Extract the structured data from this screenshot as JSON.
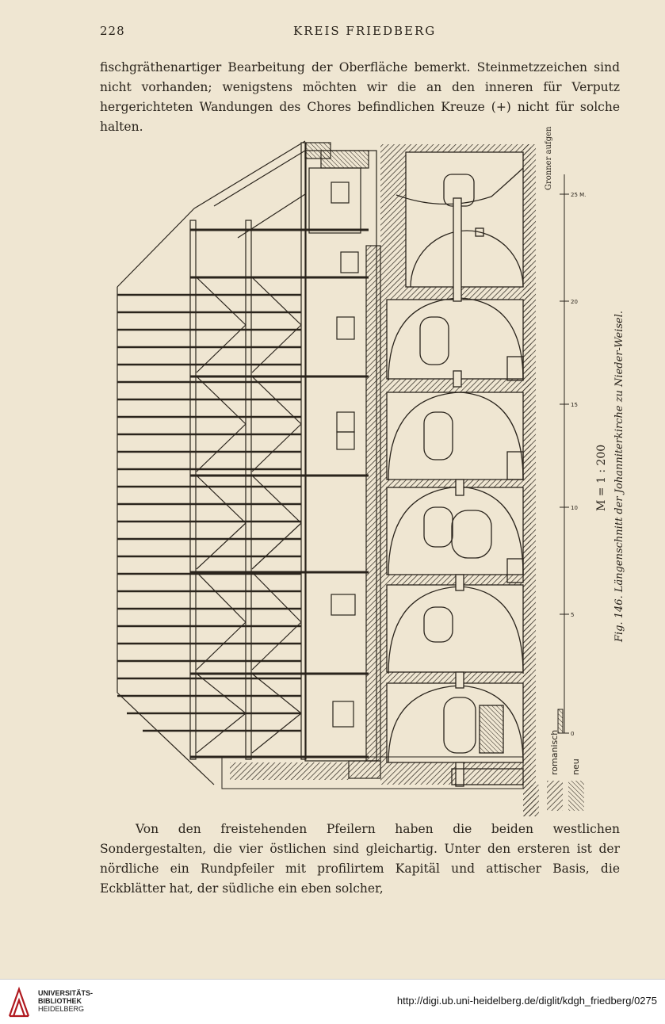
{
  "header": {
    "page_number": "228",
    "title": "KREIS FRIEDBERG"
  },
  "top_paragraph": "fischgräthenartiger Bearbeitung der Oberfläche bemerkt. Steinmetzzeichen sind nicht vorhanden; wenigstens möchten wir die an den inneren für Verputz hergerichteten Wandungen des Chores befindlichen Kreuze (+) nicht für solche halten.",
  "figure": {
    "caption": "Fig. 146. Längenschnitt der Johanniterkirche zu Nieder-Weisel.",
    "scale_label": "M = 1 : 200",
    "author_credit": "Gronner aufgen",
    "legend": {
      "romanisch": "romanisch",
      "neu": "neu"
    },
    "scale_ticks": [
      "0",
      "5",
      "10",
      "15",
      "20",
      "25 M."
    ],
    "colors": {
      "ink": "#2a241c",
      "paper": "#efe6d2"
    }
  },
  "bottom_paragraph": "Von den freistehenden Pfeilern haben die beiden westlichen Sondergestalten, die vier östlichen sind gleichartig. Unter den ersteren ist der nördliche ein Rundpfeiler mit profilirtem Kapitäl und attischer Basis, die Eckblätter hat, der südliche ein eben solcher,",
  "footer": {
    "library_line1": "UNIVERSITÄTS-",
    "library_line2": "BIBLIOTHEK",
    "library_line3": "HEIDELBERG",
    "url": "http://digi.ub.uni-heidelberg.de/diglit/kdgh_friedberg/0275",
    "logo_color": "#b0181e"
  }
}
